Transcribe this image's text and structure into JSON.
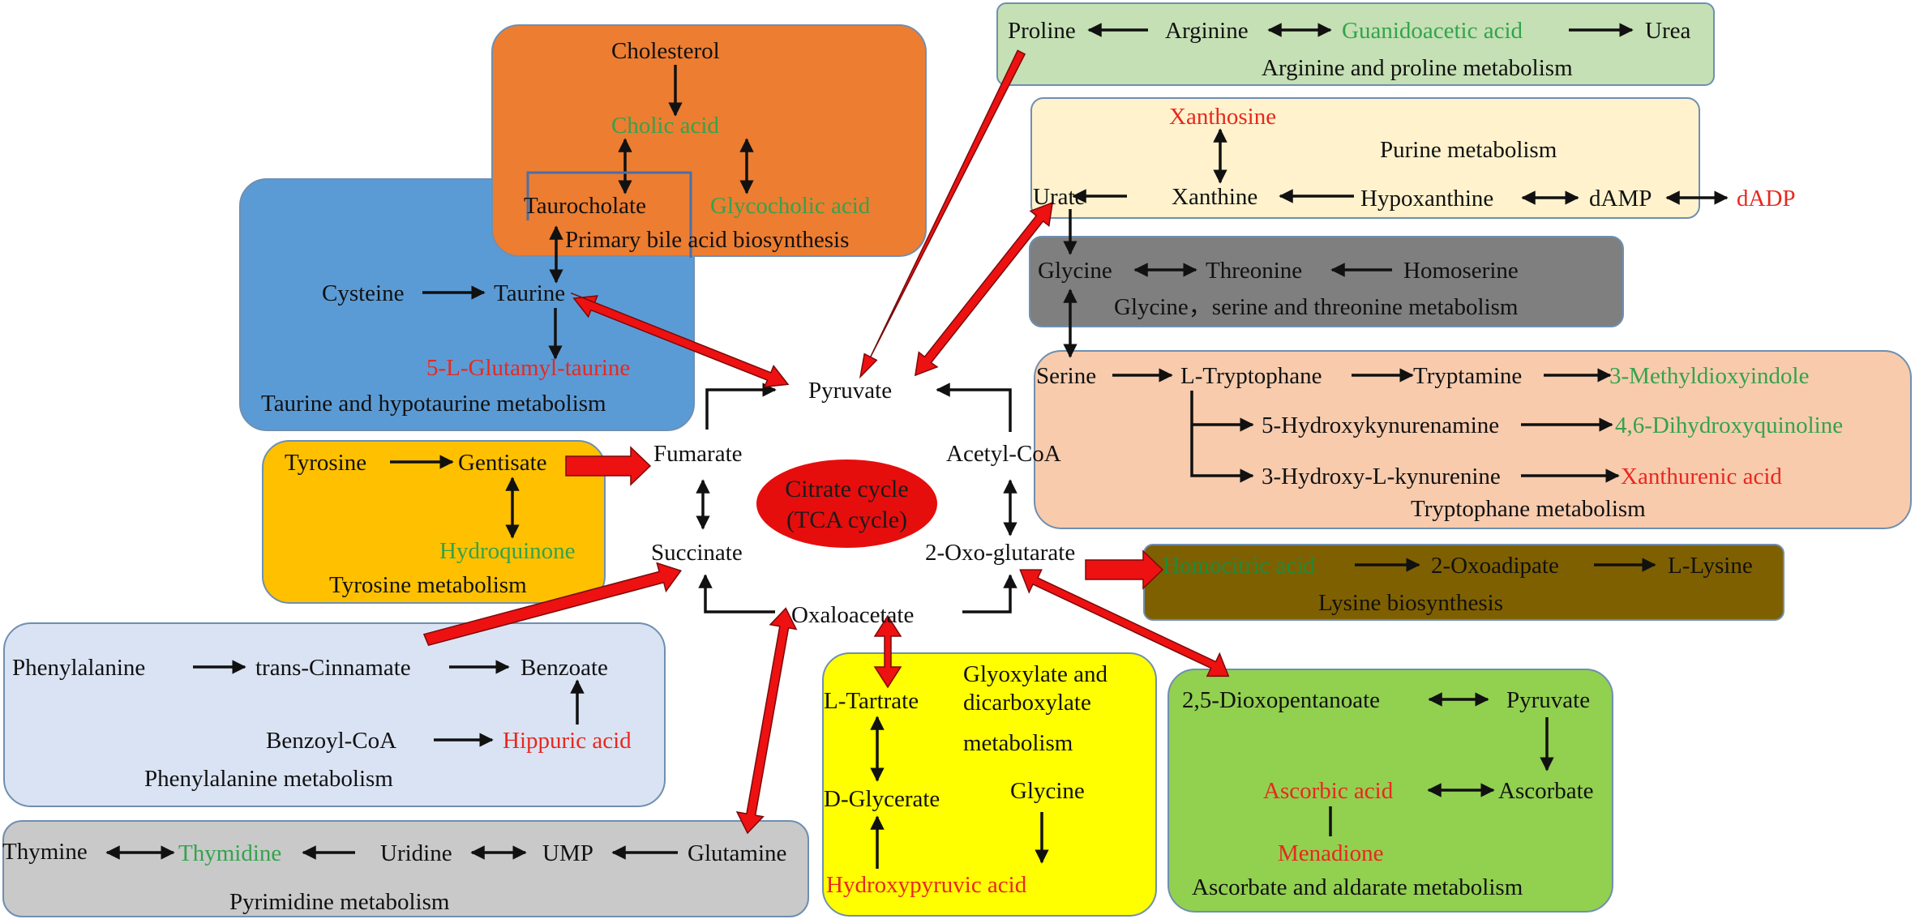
{
  "colors": {
    "orange": "#ed7d31",
    "blue": "#5b9bd5",
    "amber": "#ffc000",
    "lavender": "#dae3f3",
    "lightgray": "#c9c9c9",
    "yellow": "#ffff00",
    "lime": "#92d050",
    "brown": "#7f6000",
    "salmon": "#f8cbad",
    "darkgray": "#7f7f7f",
    "cream": "#fff2cc",
    "mint": "#c5e0b4",
    "red_arrow": "#ee1111",
    "highlight_green": "#33a34d",
    "highlight_red": "#e8281f"
  },
  "tca": {
    "line1": "Citrate cycle",
    "line2": "(TCA cycle)"
  },
  "center": {
    "pyruvate": "Pyruvate",
    "acetyl": "Acetyl-CoA",
    "fumarate": "Fumarate",
    "succinate": "Succinate",
    "oxo": "2-Oxo-glutarate",
    "oxaloacetate": "Oxaloacetate"
  },
  "bile": {
    "cholesterol": "Cholesterol",
    "cholic": "Cholic acid",
    "taurocholate": "Taurocholate",
    "glycocholic": "Glycocholic acid",
    "title": "Primary bile acid biosynthesis"
  },
  "taurine": {
    "cysteine": "Cysteine",
    "taurine": "Taurine",
    "glutamyl": "5-L-Glutamyl-taurine",
    "title": "Taurine and hypotaurine metabolism"
  },
  "tyrosine": {
    "tyrosine": "Tyrosine",
    "gentisate": "Gentisate",
    "hydroquinone": "Hydroquinone",
    "title": "Tyrosine metabolism"
  },
  "phenylalanine": {
    "phenylalanine": "Phenylalanine",
    "cinnamate": "trans-Cinnamate",
    "benzoate": "Benzoate",
    "benzoyl": "Benzoyl-CoA",
    "hippuric": "Hippuric acid",
    "title": "Phenylalanine metabolism"
  },
  "pyrimidine": {
    "thymine": "Thymine",
    "thymidine": "Thymidine",
    "uridine": "Uridine",
    "ump": "UMP",
    "glutamine": "Glutamine",
    "title": "Pyrimidine metabolism"
  },
  "glyoxylate": {
    "tartrate": "L-Tartrate",
    "title1": "Glyoxylate and",
    "title2": "dicarboxylate",
    "title3": "metabolism",
    "glycerate": "D-Glycerate",
    "glycine": "Glycine",
    "hydroxypyruvic": "Hydroxypyruvic acid"
  },
  "ascorbate": {
    "dioxo": "2,5-Dioxopentanoate",
    "pyruvate": "Pyruvate",
    "ascorbic": "Ascorbic acid",
    "ascorbate": "Ascorbate",
    "menadione": "Menadione",
    "title": "Ascorbate and aldarate metabolism"
  },
  "lysine": {
    "homocitric": "Homocitric acid",
    "oxoadipate": "2-Oxoadipate",
    "lysine": "L-Lysine",
    "title": "Lysine biosynthesis"
  },
  "tryptophane": {
    "serine": "Serine",
    "tryptophane": "L-Tryptophane",
    "tryptamine": "Tryptamine",
    "methyl": "3-Methyldioxyindole",
    "hydroxyky": "5-Hydroxykynurenamine",
    "dihydroxy": "4,6-Dihydroxyquinoline",
    "hydroxylk": "3-Hydroxy-L-kynurenine",
    "xanthurenic": "Xanthurenic acid",
    "title": "Tryptophane metabolism"
  },
  "glycine": {
    "glycine": "Glycine",
    "threonine": "Threonine",
    "homoserine": "Homoserine",
    "title": "Glycine，serine and threonine metabolism"
  },
  "purine": {
    "xanthosine": "Xanthosine",
    "title": "Purine metabolism",
    "urate": "Urate",
    "xanthine": "Xanthine",
    "hypoxanthine": "Hypoxanthine",
    "damp": "dAMP",
    "dadp": "dADP"
  },
  "arginine": {
    "proline": "Proline",
    "arginine": "Arginine",
    "guanido": "Guanidoacetic acid",
    "urea": "Urea",
    "title": "Arginine and proline metabolism"
  }
}
